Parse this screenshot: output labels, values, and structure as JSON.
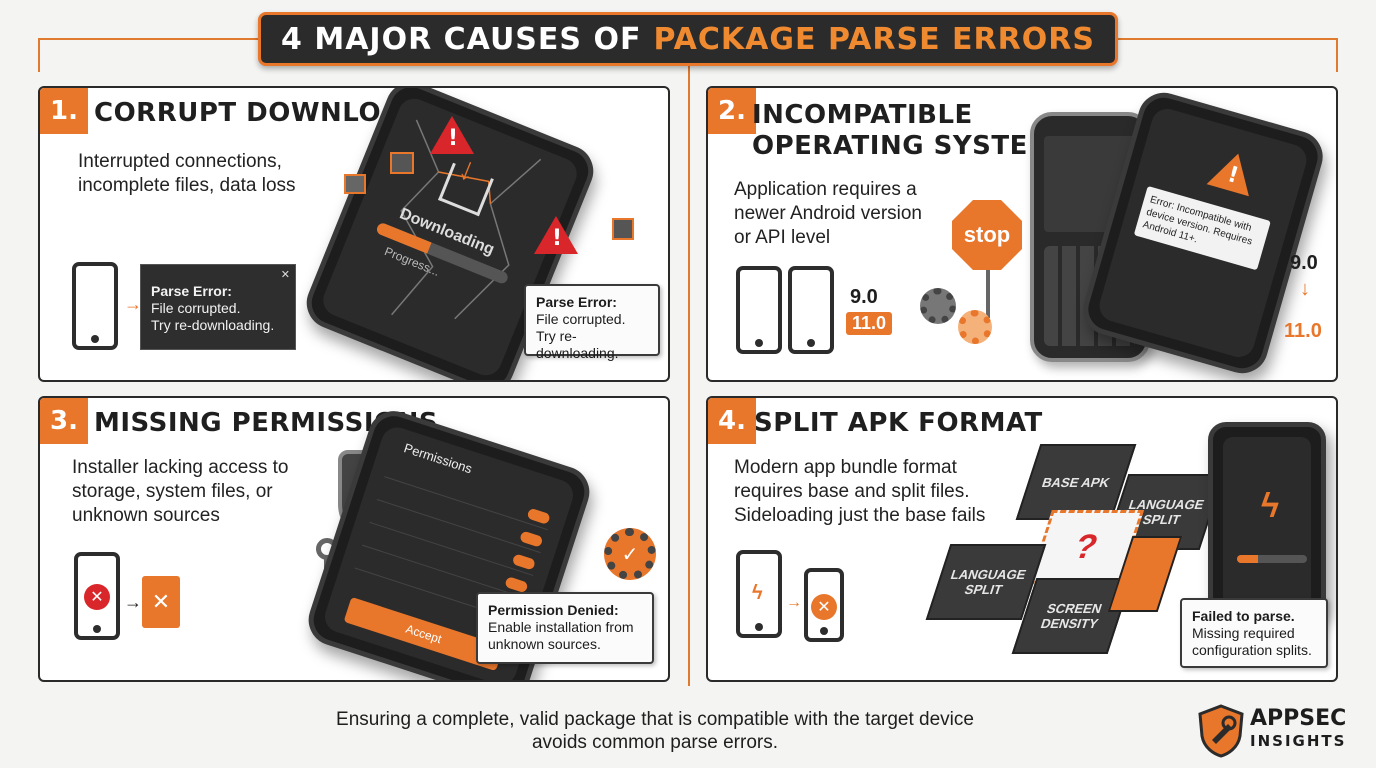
{
  "header": {
    "title_main": "4 MAJOR CAUSES OF",
    "title_accent": "PACKAGE PARSE ERRORS"
  },
  "panels": [
    {
      "number": "1.",
      "title": "CORRUPT DOWNLOAD",
      "description": "Interrupted connections,\nincomplete files, data loss",
      "error_dialog": {
        "close": "✕",
        "title": "Parse Error:",
        "line1": "File corrupted.",
        "line2": "Try re-downloading."
      },
      "phone_screen_text": "Downloading",
      "phone_screen_subtext": "Progress...",
      "callout": {
        "title": "Parse Error:",
        "line1": "File corrupted.",
        "line2": "Try re-downloading."
      }
    },
    {
      "number": "2.",
      "title_line1": "INCOMPATIBLE",
      "title_line2": "OPERATING SYSTEM",
      "description": "Application requires a\nnewer Android version\nor API level",
      "stop_sign": "stop",
      "version_old": "9.0",
      "version_new": "11.0",
      "phone_dialog": "Error: Incompatible with device version. Requires Android 11+.",
      "right_version_old": "9.0",
      "right_version_new": "11.0"
    },
    {
      "number": "3.",
      "title": "MISSING PERMISSIONS",
      "description": "Installer lacking access to\nstorage, system files, or\nunknown sources",
      "phone_header": "Permissions",
      "phone_button": "Accept",
      "callout": {
        "title": "Permission Denied:",
        "line1": "Enable installation from",
        "line2": "unknown sources."
      }
    },
    {
      "number": "4.",
      "title": "SPLIT APK FORMAT",
      "description": "Modern app bundle format\nrequires base and split files.\nSideloading just the base fails",
      "puzzle_pieces": [
        "BASE APK",
        "LANGUAGE SPLIT",
        "LANGUAGE SPLIT",
        "SCREEN DENSITY",
        "?"
      ],
      "callout": {
        "title": "Failed to parse.",
        "line1": "Missing required",
        "line2": "configuration splits."
      }
    }
  ],
  "footer": {
    "line1": "Ensuring a complete, valid package that is compatible with the target device",
    "line2": "avoids common parse errors."
  },
  "logo": {
    "name": "APPSEC",
    "sub": "INSIGHTS"
  },
  "colors": {
    "accent": "#e8762b",
    "dark": "#2b2b2b",
    "warning_red": "#d9262a"
  }
}
